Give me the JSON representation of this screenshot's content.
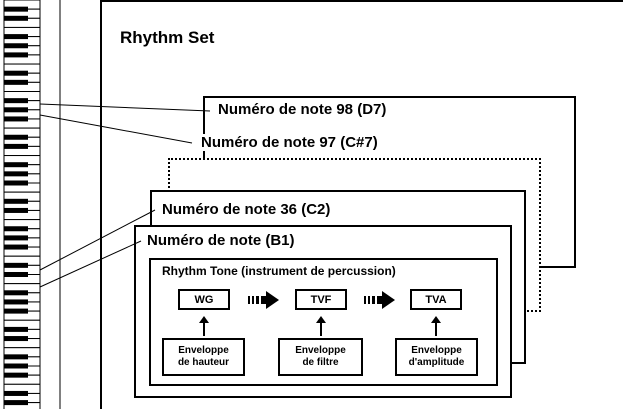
{
  "diagram": {
    "set_title": "Rhythm Set",
    "layers": [
      {
        "label": "Numéro de note 98 (D7)"
      },
      {
        "label": "Numéro de note 97 (C#7)"
      },
      {
        "label": ""
      },
      {
        "label": "Numéro de note 36 (C2)"
      },
      {
        "label": "Numéro de note (B1)"
      }
    ],
    "rhythm_tone": {
      "title": "Rhythm Tone (instrument de percussion)",
      "blocks": [
        "WG",
        "TVF",
        "TVA"
      ],
      "envelopes": [
        {
          "line1": "Enveloppe",
          "line2": "de hauteur"
        },
        {
          "line1": "Enveloppe",
          "line2": "de filtre"
        },
        {
          "line1": "Enveloppe",
          "line2": "d'amplitude"
        }
      ]
    }
  }
}
